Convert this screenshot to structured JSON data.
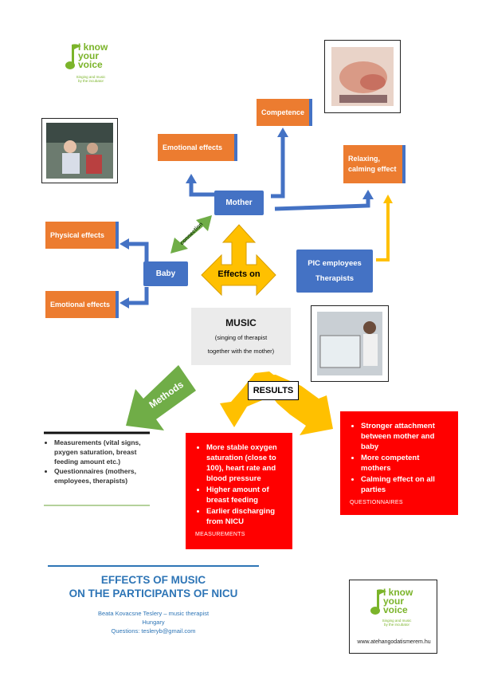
{
  "logo": {
    "line1": "I know",
    "line2": "your",
    "line3": "voice",
    "tag1": "Singing and music",
    "tag2": "by the incubator"
  },
  "boxes": {
    "competence": "Competence",
    "emotional_top": "Emotional effects",
    "relaxing_1": "Relaxing,",
    "relaxing_2": "calming effect",
    "physical": "Physical effects",
    "emotional_bottom": "Emotional effects"
  },
  "nodes": {
    "mother": "Mother",
    "baby": "Baby",
    "pic_1": "PIC employees",
    "pic_2": "Therapists",
    "effects_on": "Effects on",
    "connection": "connection"
  },
  "music": {
    "title": "MUSIC",
    "line1": "(singing of therapist",
    "line2": "together with the mother)"
  },
  "results": "RESULTS",
  "methods_label": "Methods",
  "methods_list": [
    "Measurements (vital signs, pxygen saturation, breast feeding amount etc.)",
    "Questionnaires (mothers, employees, therapists)"
  ],
  "measurements": {
    "items": [
      "More stable oxygen saturation (close to 100), heart rate and blood pressure",
      "Higher amount of breast feeding",
      "Earlier discharging from NICU"
    ],
    "caption": "MEASUREMENTS"
  },
  "questionnaires": {
    "items": [
      "Stronger attachment between mother and baby",
      "More competent mothers",
      "Calming effect on all parties"
    ],
    "caption": "QUESTIONNAIRES"
  },
  "footer": {
    "title1": "EFFECTS OF MUSIC",
    "title2": "ON THE PARTICIPANTS OF NICU",
    "author": "Beata Kovacsne Teslery – music therapist",
    "country": "Hungary",
    "questions": "Questions: tesleryb@gmail.com",
    "website": "www.atehangodatismerem.hu"
  },
  "colors": {
    "orange": "#ec7c30",
    "blue": "#4472c4",
    "yellow": "#ffc000",
    "green": "#70ad47",
    "red": "#ff0000",
    "teal": "#2e75b6"
  }
}
